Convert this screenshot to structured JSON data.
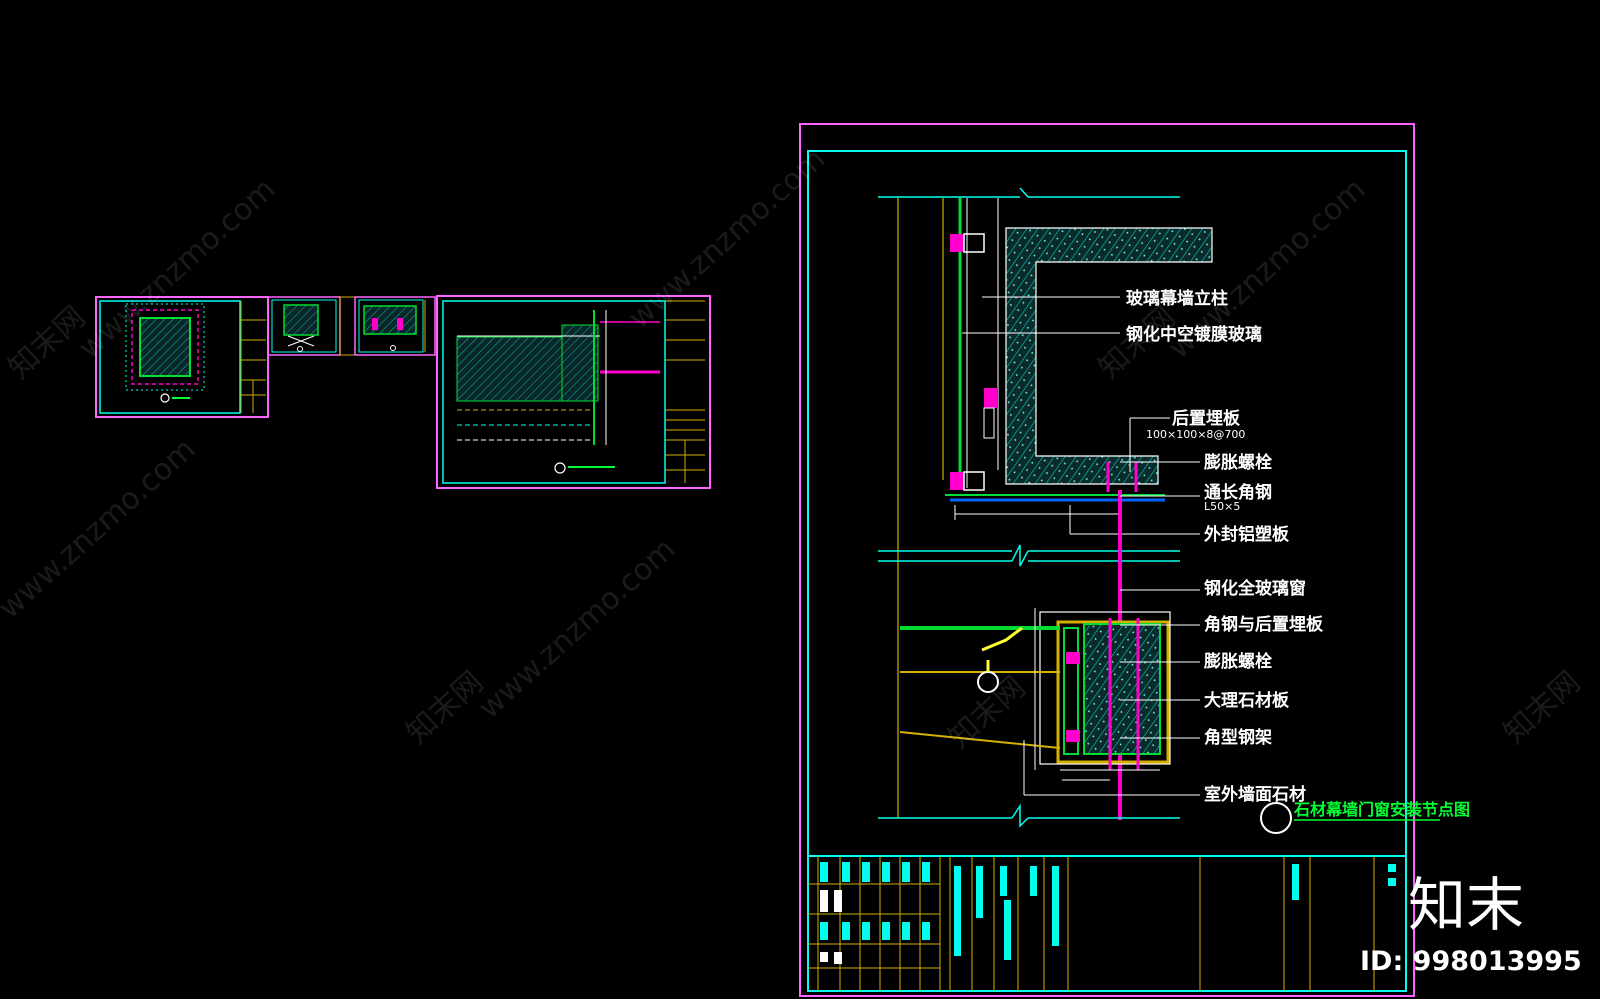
{
  "colors": {
    "background": "#000000",
    "frame_magenta": "#ff66ff",
    "frame_cyan": "#00ffee",
    "grid_yellow": "#d4b000",
    "hatch_cyan": "#00cccc",
    "mullion_green": "#00dd33",
    "leader_white": "#ffffff",
    "accent_magenta": "#ff00cc",
    "title_green": "#00ff33"
  },
  "detail": {
    "labels": [
      "玻璃幕墙立柱",
      "钢化中空镀膜玻璃",
      "后置埋板",
      "膨胀螺栓",
      "通长角钢",
      "外封铝塑板",
      "钢化全玻璃窗",
      "角钢与后置埋板",
      "膨胀螺栓",
      "大理石材板",
      "角型钢架",
      "室外墙面石材"
    ],
    "sublabels": [
      "100×100×8@700",
      "L50×5"
    ],
    "title": "石材幕墙门窗安装节点图"
  },
  "watermark": {
    "site": "www.znzmo.com",
    "brand_cn": "知末网",
    "logo_text": "知末",
    "id_text": "ID: 998013995"
  }
}
